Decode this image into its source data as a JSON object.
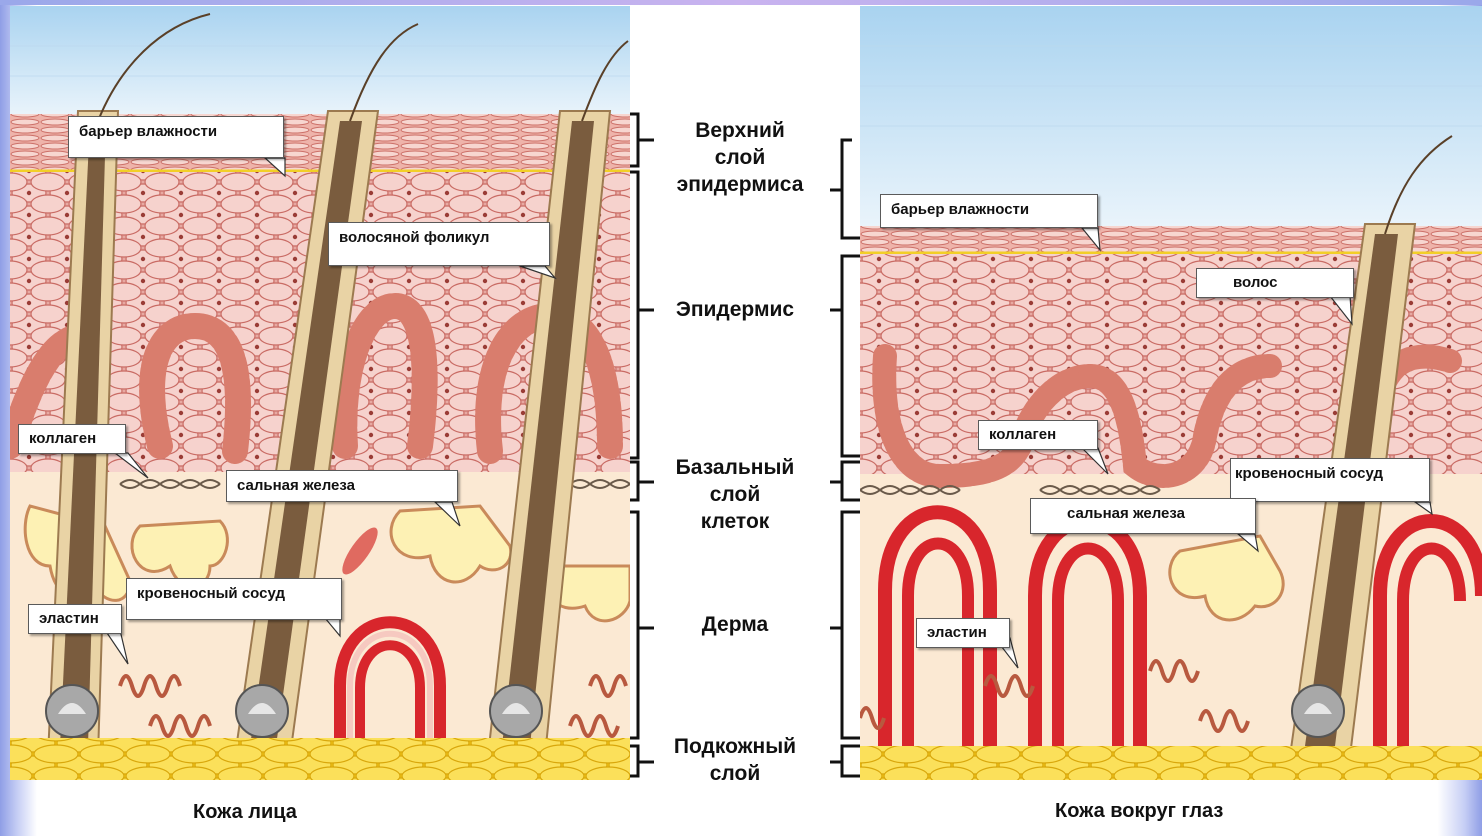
{
  "colors": {
    "sky": "#cfe6f5",
    "cell_fill": "#f4cdc8",
    "cell_stroke": "#c9706a",
    "basal_cell": "#e08878",
    "dermis": "#fbe9d3",
    "fat": "#f4d020",
    "hair": "#7a5c3e",
    "vessel": "#d8262c",
    "gland": "#fdf1b4"
  },
  "left_panel": {
    "caption": "Кожа лица",
    "callouts": {
      "moisture_barrier": "барьер влажности",
      "hair_follicle": "волосяной фоликул",
      "collagen": "коллаген",
      "sebaceous_gland": "сальная железа",
      "blood_vessel": "кровеносный сосуд",
      "elastin": "эластин"
    }
  },
  "right_panel": {
    "caption": "Кожа вокруг глаз",
    "callouts": {
      "moisture_barrier": "барьер влажности",
      "hair": "волос",
      "collagen": "коллаген",
      "blood_vessel": "кровеносный сосуд",
      "sebaceous_gland": "сальная железа",
      "elastin": "эластин"
    }
  },
  "layers": {
    "upper_epidermis": "Верхний\nслой\nэпидермиса",
    "epidermis": "Эпидермис",
    "basal_layer": "Базальный\nслой\nклеток",
    "dermis": "Дерма",
    "subcutaneous": "Подкожный\nслой"
  }
}
